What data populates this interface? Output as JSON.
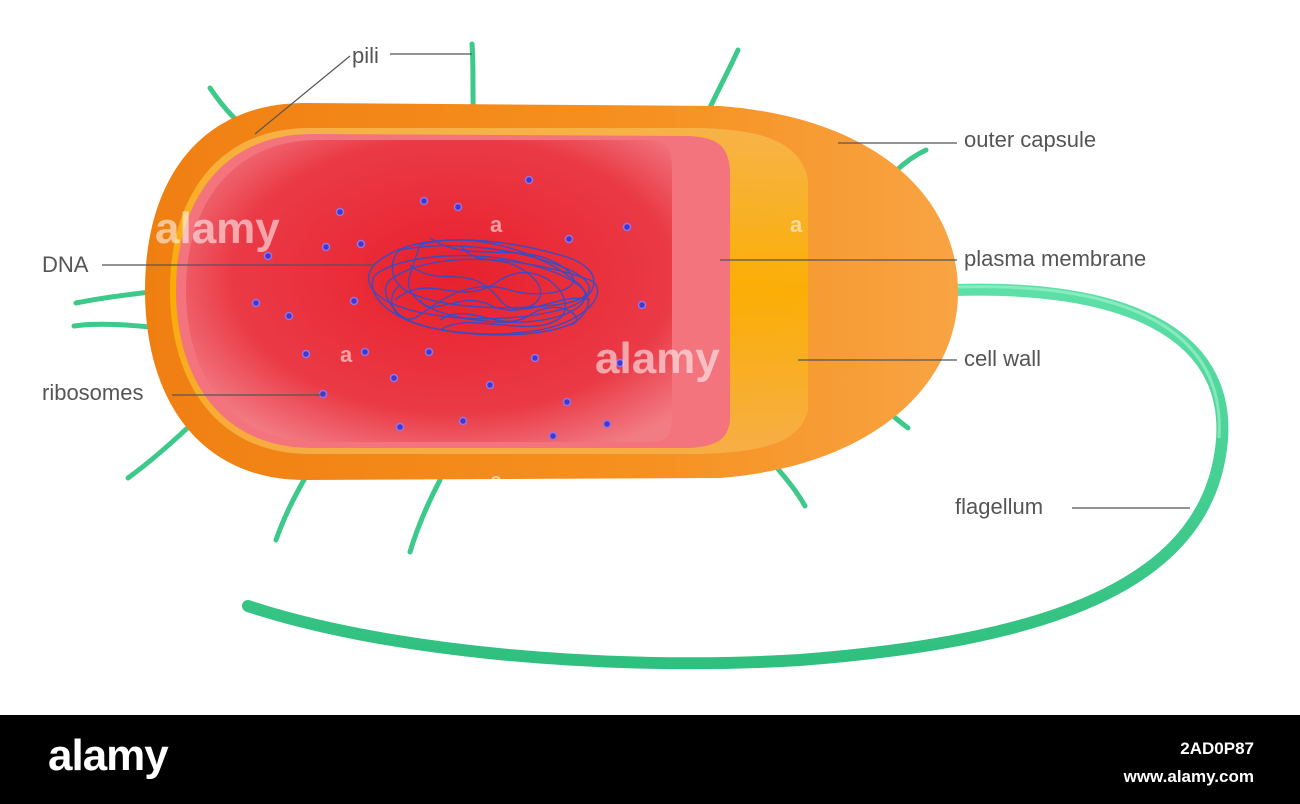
{
  "labels": {
    "pili": "pili",
    "outer_capsule": "outer capsule",
    "dna": "DNA",
    "plasma_membrane": "plasma membrane",
    "cell_wall": "cell wall",
    "ribosomes": "ribosomes",
    "flagellum": "flagellum"
  },
  "watermark": {
    "word": "alamy",
    "letter": "a"
  },
  "footer": {
    "logo": "alamy",
    "image_id": "2AD0P87",
    "site": "www.alamy.com"
  },
  "colors": {
    "capsule": "#f08c1c",
    "cell_wall": "#f6a21e",
    "cytoplasm": "#e8343f",
    "pili": "#3cc98a",
    "dna": "#2a4fd0",
    "ribosome": "#4a35c8"
  }
}
